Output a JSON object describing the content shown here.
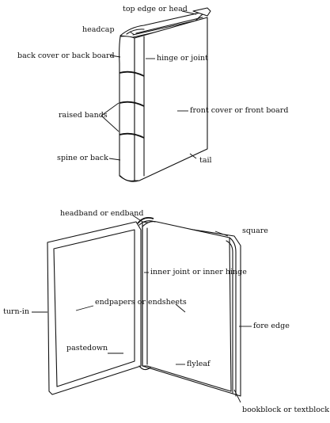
{
  "labels": {
    "top_edge": "top edge or head",
    "headcap": "headcap",
    "back_cover": "back cover or back board",
    "hinge": "hinge or joint",
    "raised_bands": "raised bands",
    "front_cover": "front cover or front board",
    "spine": "spine or back",
    "tail": "tail",
    "headband": "headband or endband",
    "square": "square",
    "inner_joint": "inner joint or inner hinge",
    "turn_in": "turn-in",
    "endpapers": "endpapers or endsheets",
    "fore_edge": "fore edge",
    "pastedown": "pastedown",
    "flyleaf": "flyleaf",
    "bookblock": "bookblock or textblock"
  }
}
